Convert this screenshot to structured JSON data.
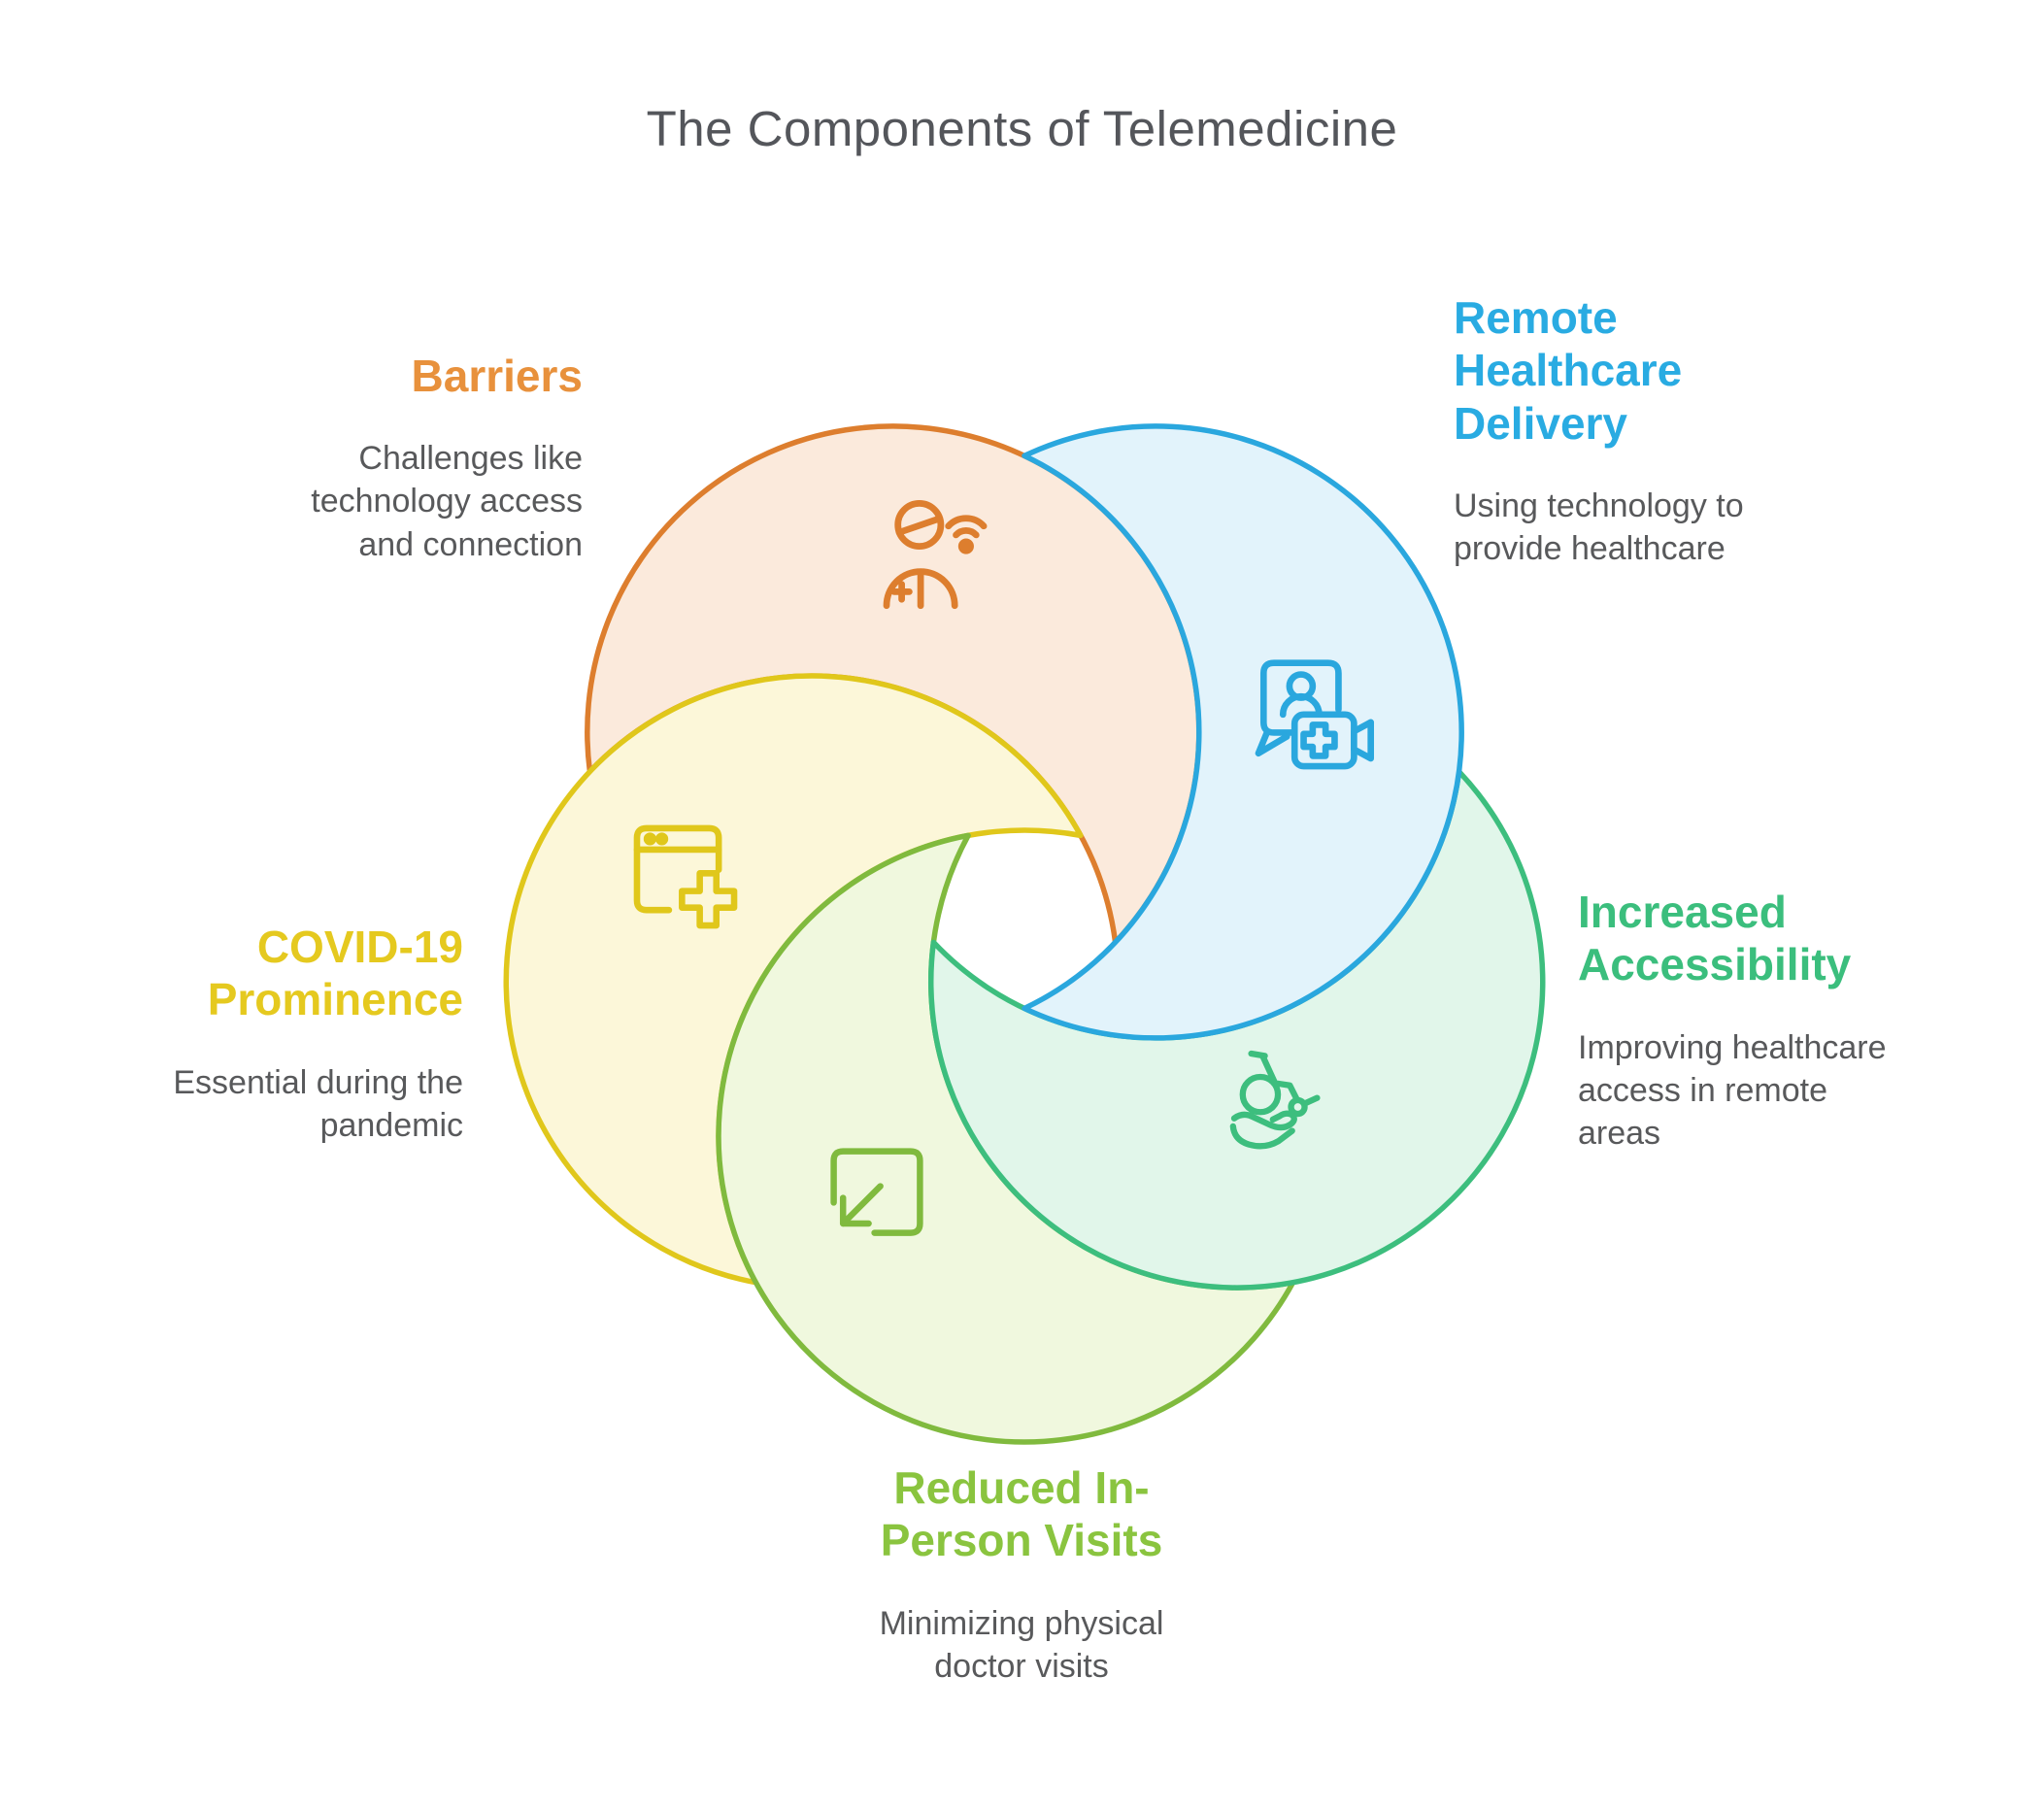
{
  "title": "The Components of Telemedicine",
  "text_color": "#58595B",
  "title_color": "#54565B",
  "segments": [
    {
      "id": "barriers",
      "label": "Barriers",
      "description": "Challenges like technology access and connection",
      "label_color": "#E8913C",
      "stroke_color": "#DD7E2E",
      "fill_color": "#FBEADC",
      "icon": "patient-wifi-icon"
    },
    {
      "id": "remote-healthcare-delivery",
      "label": "Remote Healthcare Delivery",
      "description": "Using technology to provide healthcare",
      "label_color": "#29ABE2",
      "stroke_color": "#2AA7DE",
      "fill_color": "#E2F3FB",
      "icon": "telehealth-video-chat-icon"
    },
    {
      "id": "increased-accessibility",
      "label": "Increased Accessibility",
      "description": "Improving healthcare access in remote areas",
      "label_color": "#3BBE7D",
      "stroke_color": "#3DBE7E",
      "fill_color": "#E1F6EA",
      "icon": "wheelchair-hand-icon"
    },
    {
      "id": "reduced-in-person-visits",
      "label": "Reduced In-Person Visits",
      "description": "Minimizing physical doctor visits",
      "label_color": "#8AC43F",
      "stroke_color": "#80BA3E",
      "fill_color": "#F0F8DE",
      "icon": "shrink-arrow-icon"
    },
    {
      "id": "covid-19-prominence",
      "label": "COVID-19 Prominence",
      "description": "Essential during the pandemic",
      "label_color": "#E5C91F",
      "stroke_color": "#E0C71B",
      "fill_color": "#FCF7D9",
      "icon": "medical-browser-icon"
    }
  ]
}
